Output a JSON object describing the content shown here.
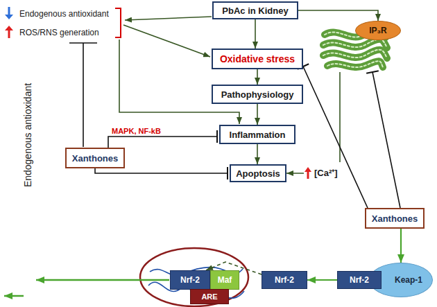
{
  "diagram": {
    "nodes": [
      {
        "text": [
          "PbAc in Kidney"
        ]
      },
      {
        "text": [
          "IP₃R"
        ]
      },
      {
        "text": [
          "Oxidative stress"
        ]
      },
      {
        "text": [
          "Pathophysiology"
        ]
      },
      {
        "text": [
          "Inflammation"
        ]
      },
      {
        "text": [
          "Xanthones"
        ]
      },
      {
        "text": [
          "Apoptosis"
        ]
      },
      {
        "text": [
          "Xanthones"
        ]
      },
      {
        "text": [
          "Nrf-2"
        ]
      },
      {
        "text": [
          "Nrf-2"
        ]
      },
      {
        "text": [
          "Keap-1"
        ]
      },
      {
        "text": [
          "Nrf-2"
        ]
      },
      {
        "text": [
          "Maf"
        ]
      },
      {
        "text": [
          "ARE"
        ]
      }
    ],
    "edges": [
      {
        "from": 0,
        "to": 2,
        "arrow": "to"
      },
      {
        "from": 2,
        "to": 3,
        "arrow": "to"
      },
      {
        "from": 3,
        "to": 4,
        "arrow": "to"
      },
      {
        "from": 4,
        "to": 6,
        "arrow": "to"
      },
      {
        "from": 0,
        "to": 1,
        "arrow": "to"
      },
      {
        "from": 1,
        "to": 6,
        "label": "[Ca²⁺]",
        "arrow": "to"
      },
      {
        "from": 7,
        "to": 2,
        "arrow": "to"
      },
      {
        "from": 7,
        "to": 1,
        "arrow": "to"
      },
      {
        "from": 7,
        "to": 10,
        "arrow": "to"
      },
      {
        "from": 9,
        "to": 8,
        "arrow": "to"
      },
      {
        "from": 8,
        "to": 11,
        "arrow": "to"
      },
      {
        "from": 5,
        "to": 4,
        "label": "MAPK, NF-kB",
        "arrow": "to"
      },
      {
        "from": 5,
        "to": 6,
        "arrow": "to"
      }
    ],
    "labels": [
      "Endogenous antioxidant",
      "ROS/RNS generation",
      "Endogenous antioxidant"
    ]
  }
}
